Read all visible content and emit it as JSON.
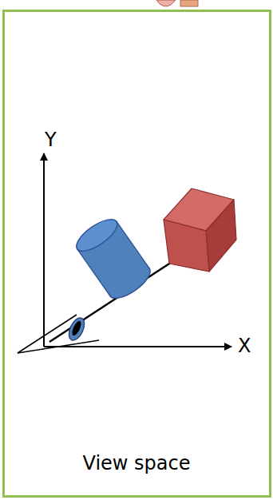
{
  "diagram": {
    "caption": "View space",
    "labels": [
      "Y",
      "X"
    ]
  }
}
